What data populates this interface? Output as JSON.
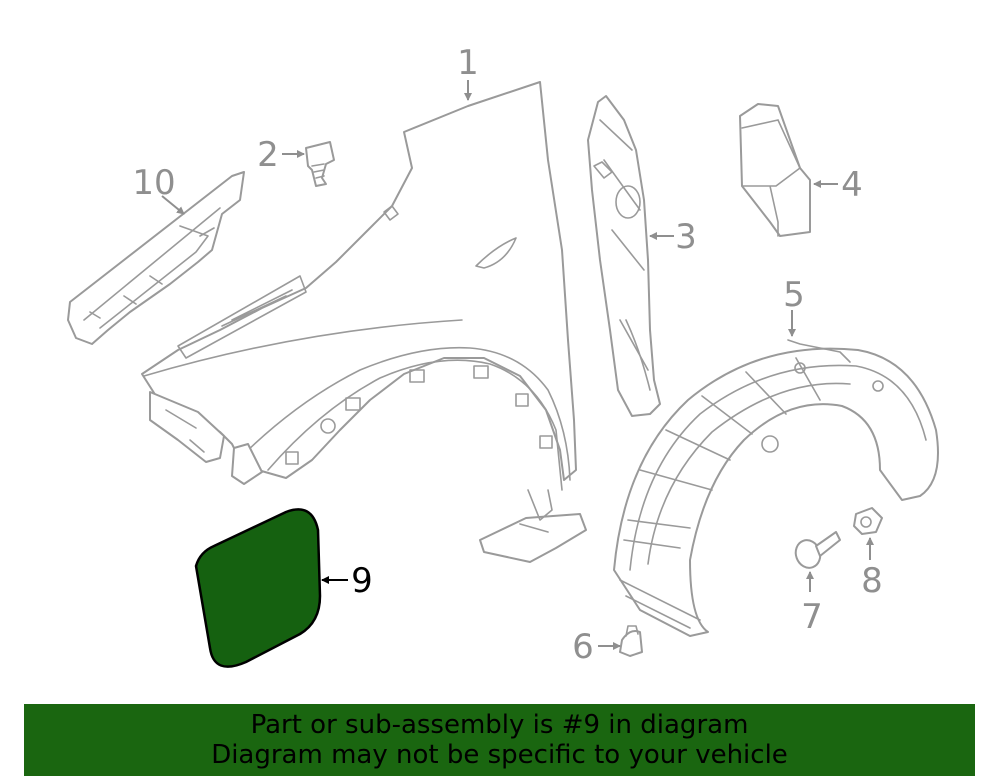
{
  "colors": {
    "highlight_fill": "#156110",
    "banner_bg": "#1a6610",
    "line_gray": "#9a9a9a",
    "label_gray": "#8f8f8f",
    "highlight_label": "#000000"
  },
  "callouts": {
    "c1": "1",
    "c2": "2",
    "c3": "3",
    "c4": "4",
    "c5": "5",
    "c6": "6",
    "c7": "7",
    "c8": "8",
    "c9": "9",
    "c10": "10"
  },
  "highlighted_part": "9",
  "banner": {
    "line1": "Part or sub-assembly is #9 in diagram",
    "line2": "Diagram may not be specific to your vehicle"
  }
}
